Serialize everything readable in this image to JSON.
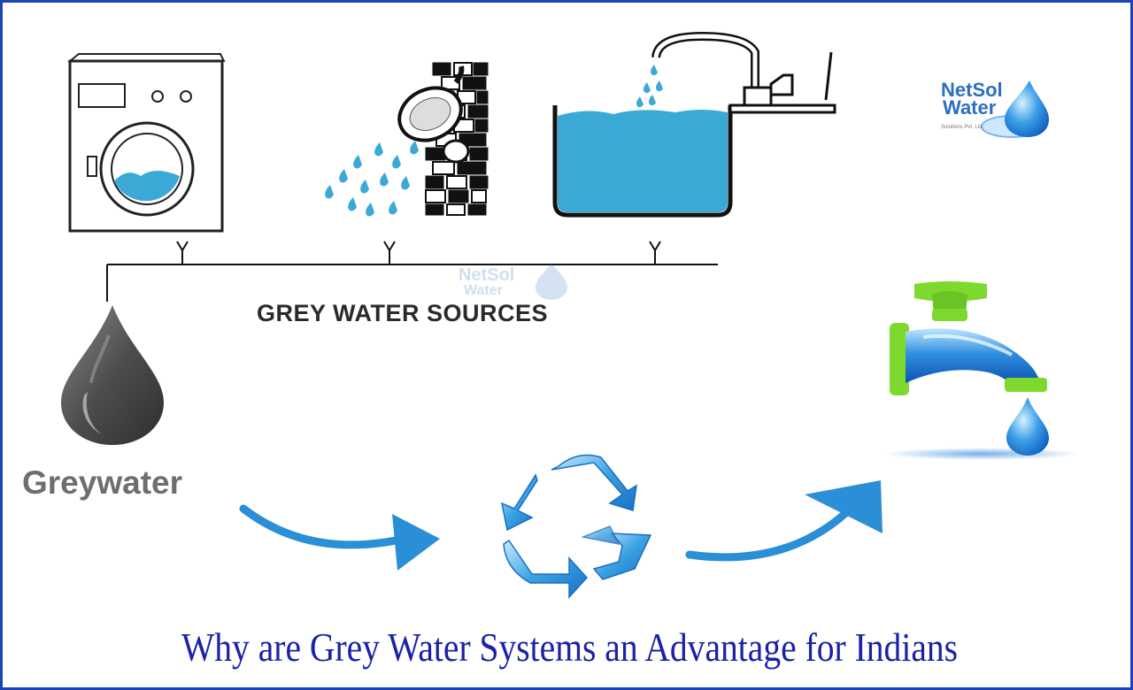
{
  "title": "Why are Grey Water Systems an Advantage for Indians",
  "sources_label": "GREY WATER SOURCES",
  "greywater_label": "Greywater",
  "logo": {
    "line1": "NetSol",
    "line2": "Water",
    "subtitle": "Solutions Pvt. Ltd."
  },
  "watermark": {
    "line1": "NetSol",
    "line2": "Water"
  },
  "sources": [
    {
      "icon": "washing-machine-icon"
    },
    {
      "icon": "shower-icon"
    },
    {
      "icon": "sink-icon"
    }
  ],
  "colors": {
    "border": "#1a44b8",
    "water": "#3ba9d6",
    "title": "#1a22a8",
    "arrow": "#2a8fd6",
    "faucet_green": "#7dd92e",
    "greywater_drop": "#4d4d4d"
  }
}
